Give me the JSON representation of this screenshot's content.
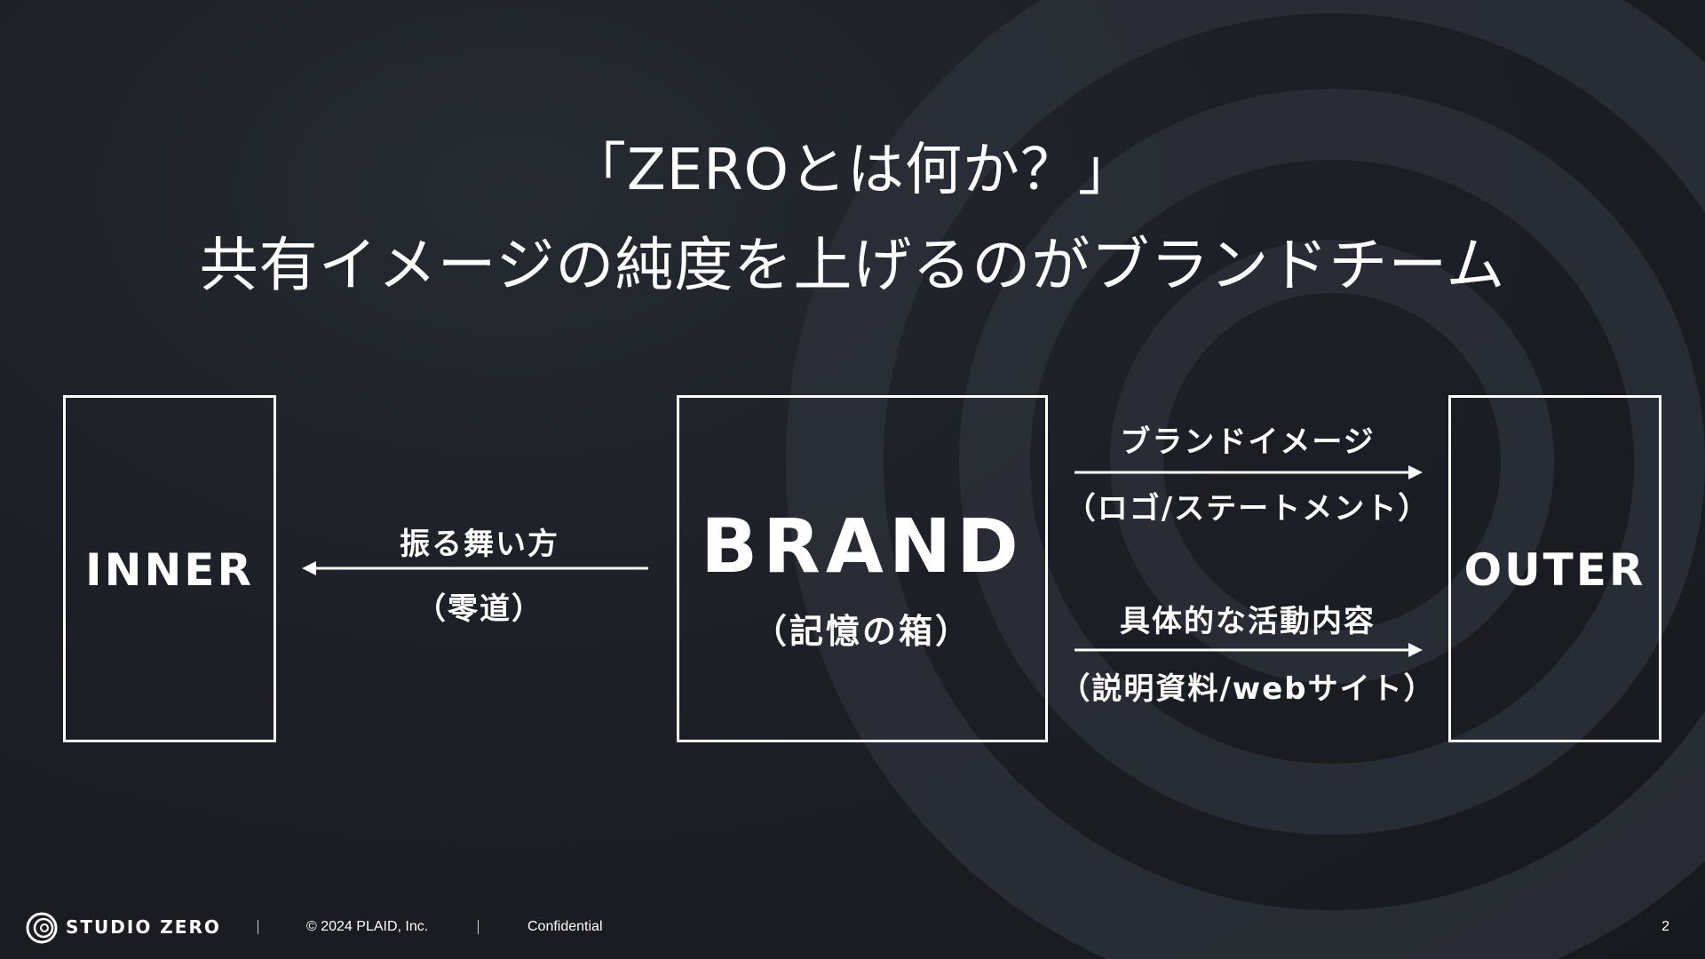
{
  "slide": {
    "title_line1": "「ZEROとは何か？」",
    "title_line2": "共有イメージの純度を上げるのがブランドチーム"
  },
  "diagram": {
    "inner_label": "INNER",
    "brand_label": "BRAND",
    "brand_sub": "（記憶の箱）",
    "outer_label": "OUTER",
    "left_arrow": {
      "label": "振る舞い方",
      "sub": "（零道）"
    },
    "right_arrow_top": {
      "label": "ブランドイメージ",
      "sub": "（ロゴ/ステートメント）"
    },
    "right_arrow_bottom": {
      "label": "具体的な活動内容",
      "sub": "（説明資料/webサイト）"
    }
  },
  "footer": {
    "brand": "STUDIO ZERO",
    "copyright": "© 2024 PLAID, Inc.",
    "confidential": "Confidential",
    "page_number": "2"
  },
  "colors": {
    "background": "#1c1f25",
    "foreground": "#ffffff",
    "ring": "#2a2e36"
  }
}
